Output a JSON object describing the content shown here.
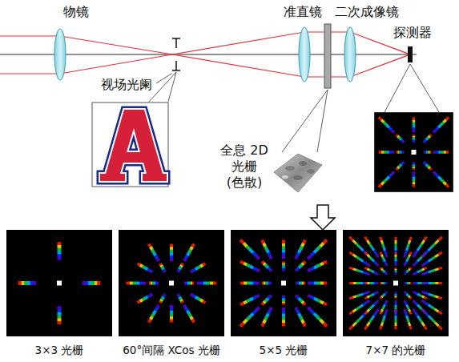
{
  "diagram": {
    "nodes": [
      {
        "text": [
          "3×3 光栅"
        ]
      },
      {
        "text": [
          "60°间隔 XCos 光栅"
        ]
      },
      {
        "text": [
          "5×5 光栅"
        ]
      },
      {
        "text": [
          "7×7 的光栅"
        ]
      }
    ],
    "labels": [
      "物镜",
      "准直镜",
      "二次成像镜",
      "探测器",
      "视场光阑",
      "全息 2D 光栅 (色散)"
    ]
  }
}
